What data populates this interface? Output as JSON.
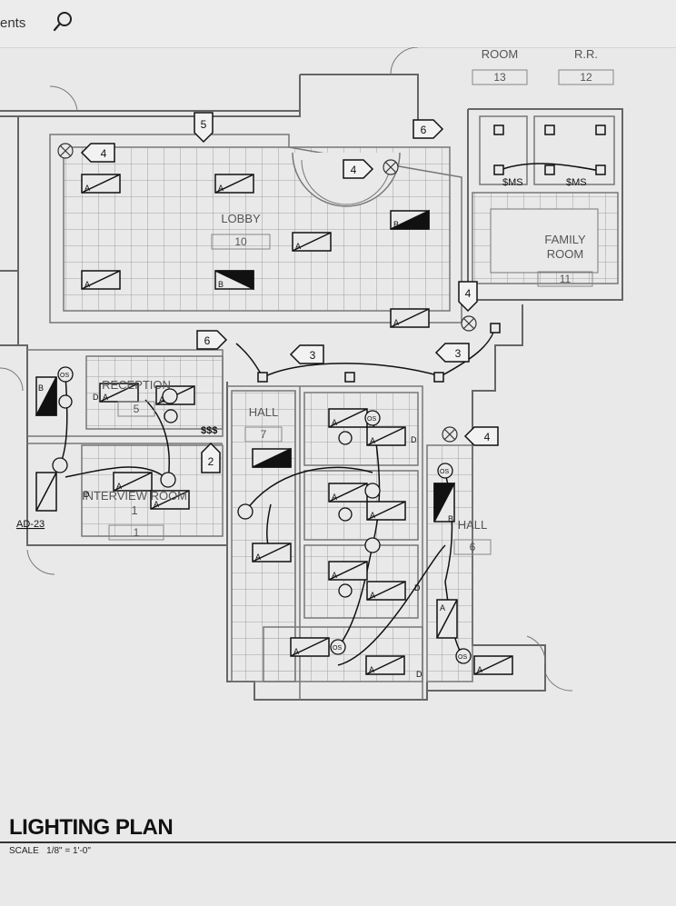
{
  "app": {
    "toolbar_text": "ents",
    "search_icon": "search-icon"
  },
  "plan": {
    "title": "LIGHTING PLAN",
    "scale_label": "SCALE",
    "scale_value": "1/8\" = 1'-0\"",
    "rooms": [
      {
        "name": "LOBBY",
        "number": "10"
      },
      {
        "name": "RECEPTION",
        "number": "5"
      },
      {
        "name": "HALL",
        "number": "7"
      },
      {
        "name": "INTERVIEW ROOM 1",
        "number": "1"
      },
      {
        "name": "HALL",
        "number": "6"
      },
      {
        "name": "FAMILY ROOM",
        "number": "11"
      },
      {
        "name": "ROOM",
        "number": "13"
      },
      {
        "name": "R.R.",
        "number": "12"
      }
    ],
    "tags": [
      "5",
      "4",
      "4",
      "6",
      "4",
      "6",
      "3",
      "3",
      "2",
      "4"
    ],
    "fixture_types": [
      "A",
      "B",
      "D"
    ],
    "device_labels": {
      "occupancy_sensor": "OS",
      "switch_ms": "$MS",
      "switch_sss": "$$$",
      "air_device": "AD-23"
    }
  }
}
